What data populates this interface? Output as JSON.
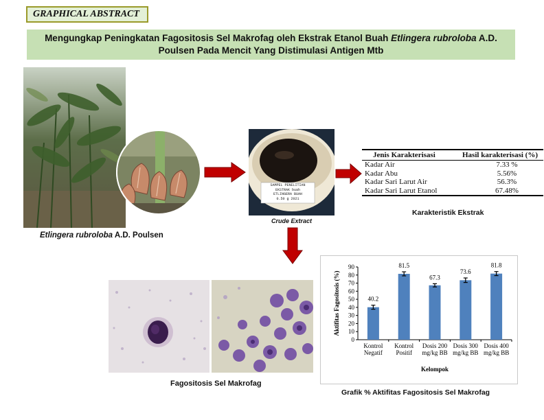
{
  "header": {
    "label": "GRAPHICAL ABSTRACT",
    "title_line1_a": "Mengungkap Peningkatan Fagositosis Sel Makrofag oleh  Ekstrak Etanol Buah ",
    "title_line1_italic": "Etlingera rubroloba",
    "title_line1_b": " A.D.",
    "title_line2": "Poulsen Pada Mencit Yang Distimulasi Antigen Mtb"
  },
  "plant": {
    "caption_italic": "Etlingera rubroloba",
    "caption_rest": " A.D. Poulsen"
  },
  "extract": {
    "caption": "Crude Extract",
    "jar_label_lines": [
      "SAMPEL PENELITIAN",
      "EKSTRAK buah",
      "ETLINGERA BUAH",
      "0.50 g  2021"
    ]
  },
  "characteristics": {
    "headers": [
      "Jenis Karakterisasi",
      "Hasil karakterisasi (%)"
    ],
    "rows": [
      [
        "Kadar Air",
        "7.33 %"
      ],
      [
        "Kadar Abu",
        "5.56%"
      ],
      [
        "Kadar Sari Larut Air",
        "56.3%"
      ],
      [
        "Kadar Sari Larut Etanol",
        "67.48%"
      ]
    ],
    "caption": "Karakteristik Ekstrak"
  },
  "micro": {
    "caption": "Fagositosis Sel Makrofag"
  },
  "chart_caption": "Grafik % Aktifitas Fagositosis Sel Makrofag",
  "chart_data": {
    "type": "bar",
    "categories": [
      [
        "Kontrol",
        "Negatif"
      ],
      [
        "Kontrol",
        "Positif"
      ],
      [
        "Dosis 200",
        "mg/kg BB"
      ],
      [
        "Dosis 300",
        "mg/kg BB"
      ],
      [
        "Dosis 400",
        "mg/kg BB"
      ]
    ],
    "values": [
      40.2,
      81.5,
      67.3,
      73.6,
      81.8
    ],
    "value_labels": [
      "40.2",
      "81.5",
      "67.3",
      "73.6",
      "81.8"
    ],
    "error": [
      2.5,
      2.5,
      2.0,
      2.8,
      2.5
    ],
    "xlabel": "Kelompok",
    "ylabel": "Aktifitas Fagositosis (%)",
    "ylim": [
      0,
      90
    ],
    "yticks": [
      0,
      10,
      20,
      30,
      40,
      50,
      60,
      70,
      80,
      90
    ],
    "grid": false,
    "bar_color": "#4f81bd"
  }
}
